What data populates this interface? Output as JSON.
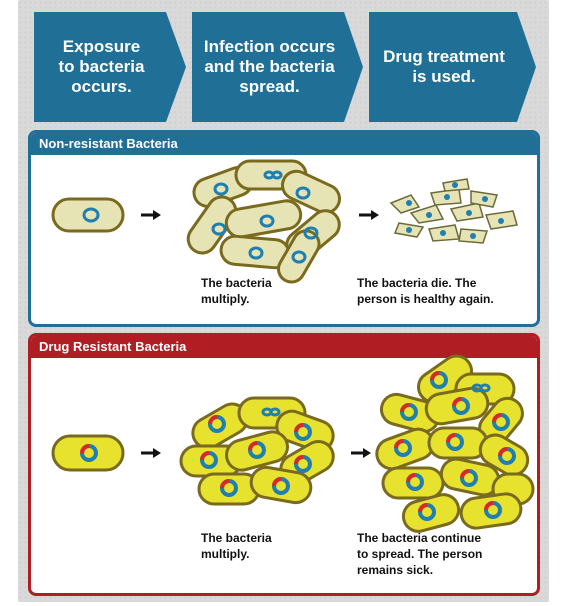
{
  "steps": [
    {
      "label": "Exposure\nto bacteria\noccurs."
    },
    {
      "label": "Infection occurs\nand the bacteria\nspread."
    },
    {
      "label": "Drug treatment\nis used."
    }
  ],
  "panels": {
    "non_resistant": {
      "title": "Non-resistant Bacteria",
      "caption_multiply": "The bacteria\nmultiply.",
      "caption_result": "The bacteria die. The\nperson is healthy again."
    },
    "resistant": {
      "title": "Drug Resistant Bacteria",
      "caption_multiply": "The bacteria\nmultiply.",
      "caption_result": "The bacteria continue\nto spread. The person\nremains sick."
    }
  },
  "colors": {
    "arrow_blue": "#1f6f96",
    "nonresistant_cell": "#e6e3b4",
    "resistant_cell": "#e6e22e",
    "cell_outline": "#7a6a1e",
    "nucleus_blue": "#1f7fb0",
    "resistant_marker": "#d42a2a"
  }
}
